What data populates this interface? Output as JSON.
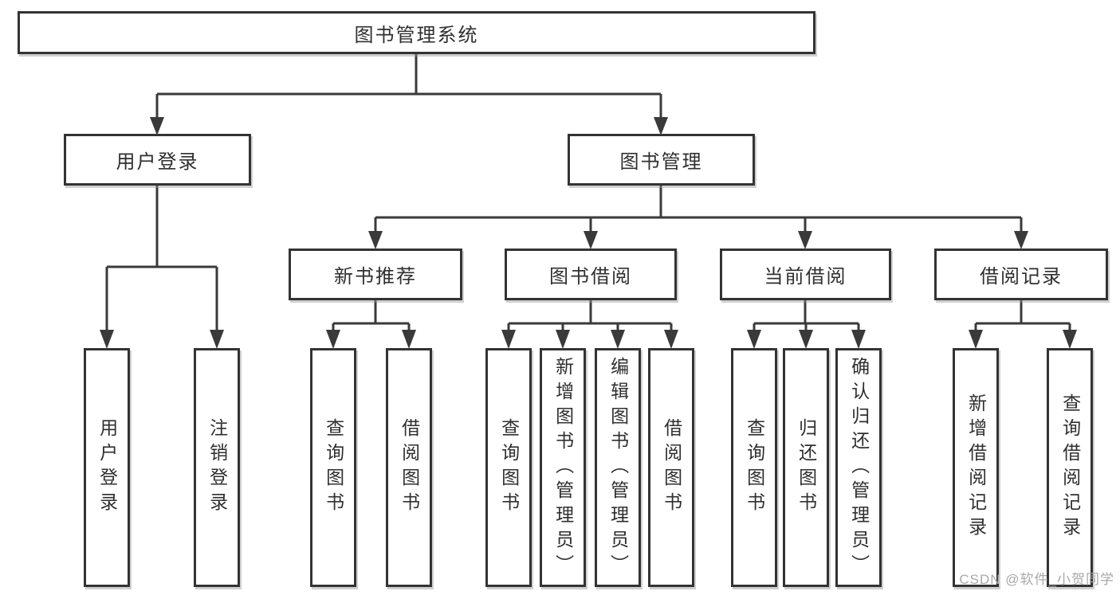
{
  "tree": {
    "label": "图书管理系统",
    "children": [
      {
        "label": "用户登录",
        "children": [
          {
            "label": "用户登录"
          },
          {
            "label": "注销登录"
          }
        ]
      },
      {
        "label": "图书管理",
        "children": [
          {
            "label": "新书推荐",
            "children": [
              {
                "label": "查询图书"
              },
              {
                "label": "借阅图书"
              }
            ]
          },
          {
            "label": "图书借阅",
            "children": [
              {
                "label": "查询图书"
              },
              {
                "label": "新增图书（管理员）"
              },
              {
                "label": "编辑图书（管理员）"
              },
              {
                "label": "借阅图书"
              }
            ]
          },
          {
            "label": "当前借阅",
            "children": [
              {
                "label": "查询图书"
              },
              {
                "label": "归还图书"
              },
              {
                "label": "确认归还（管理员）"
              }
            ]
          },
          {
            "label": "借阅记录",
            "children": [
              {
                "label": "新增借阅记录"
              },
              {
                "label": "查询借阅记录"
              }
            ]
          }
        ]
      }
    ]
  },
  "watermark": {
    "text": "CSDN @软件_小贺同学"
  },
  "colors": {
    "line": "#3a3a3a",
    "box_border": "#333333",
    "box_fill": "#ffffff",
    "text": "#2f2f2f",
    "watermark": "#a9a9a9",
    "background": "#ffffff"
  }
}
